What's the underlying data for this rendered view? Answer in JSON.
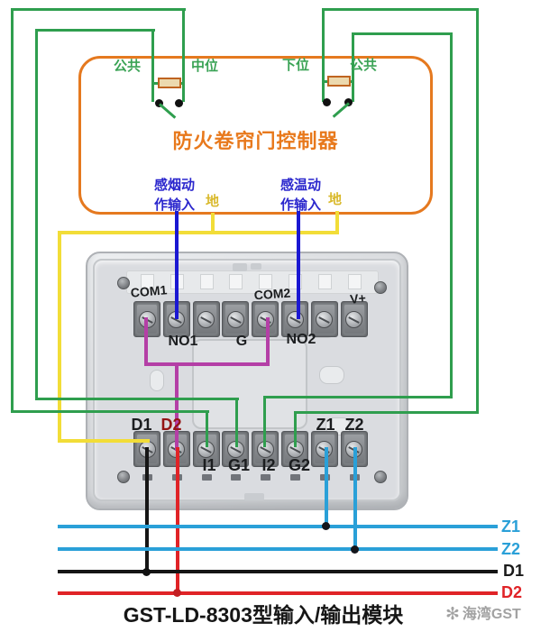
{
  "colors": {
    "wire_green": "#2f9e4e",
    "wire_blue": "#1b18d2",
    "wire_yellow": "#f2dd38",
    "wire_magenta": "#b43fa6",
    "wire_cyan": "#2aa0d8",
    "wire_red": "#e02327",
    "wire_black": "#151515",
    "controller_orange": "#e5791f",
    "label_green": "#3aa355",
    "label_blue": "#2b27cd",
    "label_ground_yellow": "#d9b92c",
    "label_d2_red": "#941414"
  },
  "controller": {
    "title": "防火卷帘门控制器",
    "left_switch": {
      "common": "公共",
      "position": "中位"
    },
    "right_switch": {
      "position": "下位",
      "common": "公共"
    },
    "smoke_input": {
      "line1": "感烟动",
      "line2": "作输入",
      "ground": "地"
    },
    "heat_input": {
      "line1": "感温动",
      "line2": "作输入",
      "ground": "地"
    }
  },
  "module": {
    "top_labels": {
      "com1": "COM1",
      "no1": "NO1",
      "g": "G",
      "com2": "COM2",
      "no2": "NO2",
      "v_plus": "V+"
    },
    "bottom_labels": {
      "d1": "D1",
      "d2": "D2",
      "i1": "I1",
      "g1": "G1",
      "i2": "I2",
      "g2": "G2",
      "z1": "Z1",
      "z2": "Z2"
    }
  },
  "bus_lines": {
    "z1": "Z1",
    "z2": "Z2",
    "d1": "D1",
    "d2": "D2"
  },
  "caption": "GST-LD-8303型输入/输出模块",
  "watermark": "海湾GST"
}
